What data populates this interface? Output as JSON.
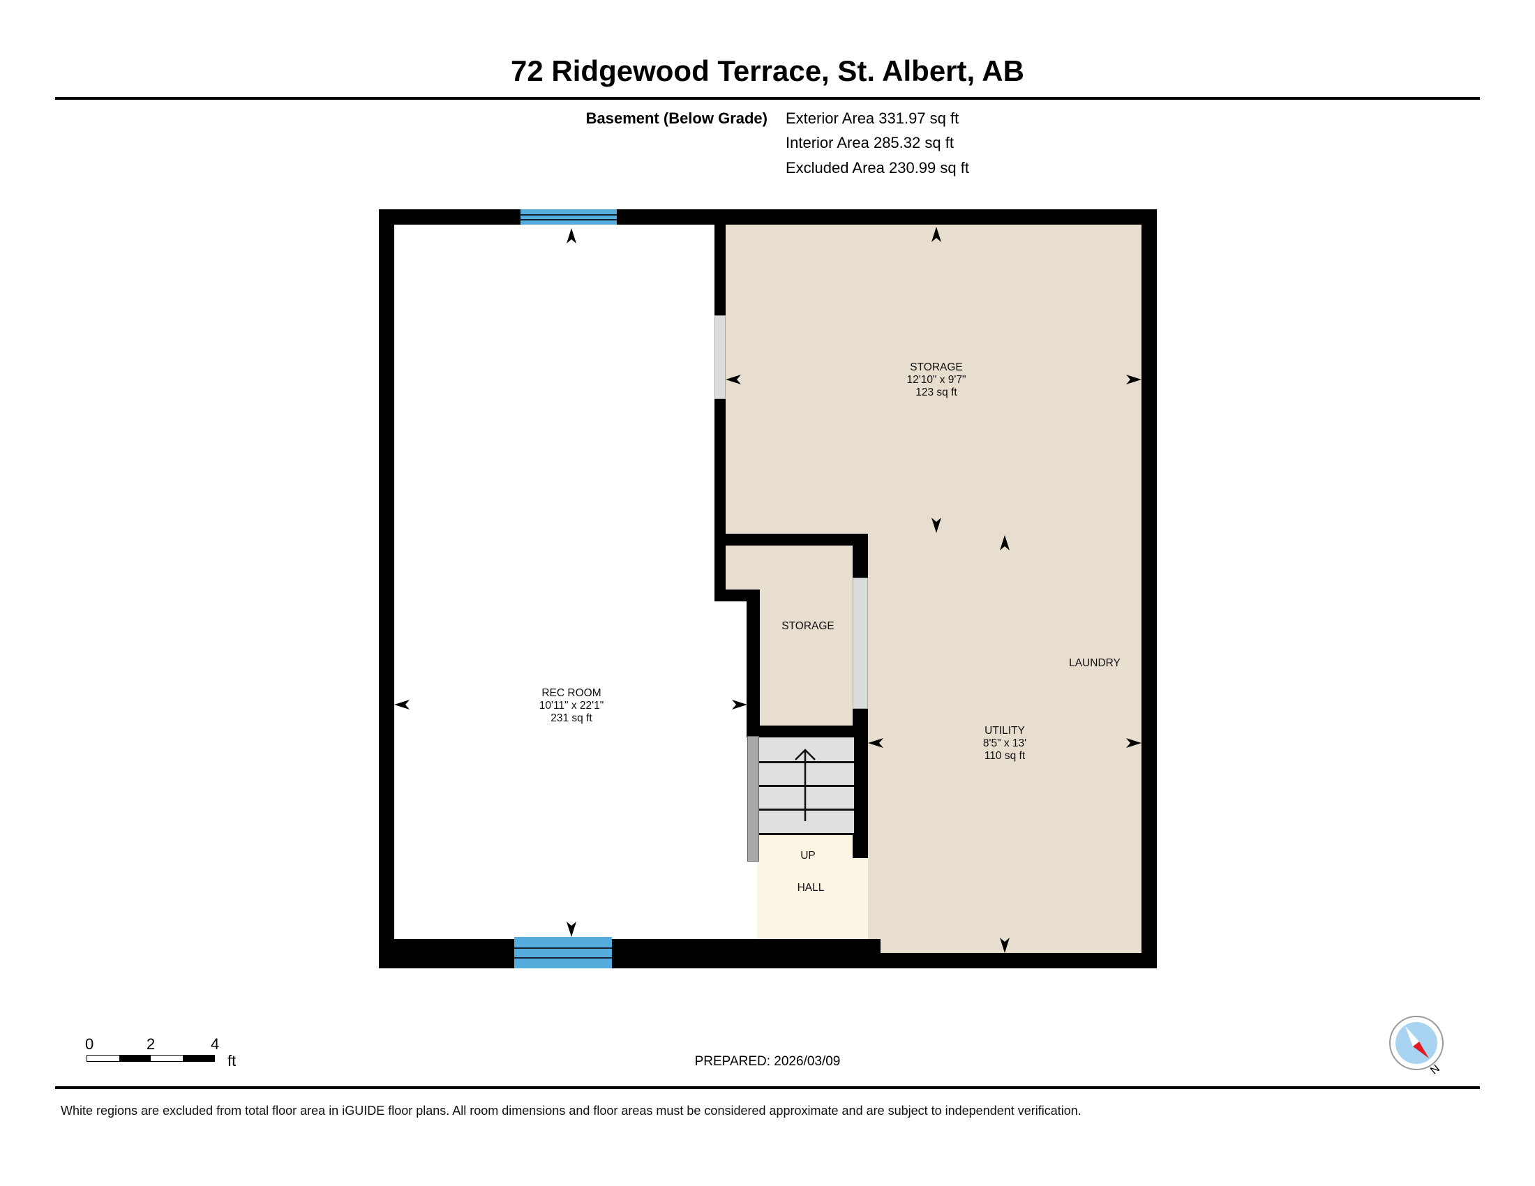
{
  "header": {
    "title": "72 Ridgewood Terrace, St. Albert, AB"
  },
  "level": {
    "name": "Basement (Below Grade)",
    "areas": [
      "Exterior Area 331.97 sq ft",
      "Interior Area 285.32 sq ft",
      "Excluded Area 230.99 sq ft"
    ]
  },
  "rooms": {
    "rec_room": {
      "name": "REC ROOM",
      "dimensions": "10'11\" x 22'1\"",
      "area": "231 sq ft"
    },
    "storage_main": {
      "name": "STORAGE",
      "dimensions": "12'10\" x 9'7\"",
      "area": "123 sq ft"
    },
    "storage_small": {
      "name": "STORAGE"
    },
    "utility": {
      "name": "UTILITY",
      "dimensions": "8'5\" x 13'",
      "area": "110 sq ft"
    },
    "laundry": {
      "name": "LAUNDRY"
    },
    "stairs": {
      "label": "UP"
    },
    "hall": {
      "name": "HALL"
    }
  },
  "colors": {
    "wall": "#000000",
    "finished_floor": "#e7ded0",
    "hall_floor": "#fdf5e3",
    "excluded_floor": "#ffffff",
    "window": "#55acdd",
    "door_opening": "#dcdcdc",
    "stairs": "#e0e0e0",
    "compass_face": "#a8d4f2",
    "compass_needle": "#e31b23"
  },
  "scale_bar": {
    "ticks": [
      "0",
      "2",
      "4"
    ],
    "unit": "ft"
  },
  "compass": {
    "icon": "north-compass-icon",
    "label": "N"
  },
  "prepared": "PREPARED: 2026/03/09",
  "footer": {
    "disclaimer": "White regions are excluded from total floor area in iGUIDE floor plans. All room dimensions and floor areas must be considered approximate and are subject to independent verification."
  }
}
